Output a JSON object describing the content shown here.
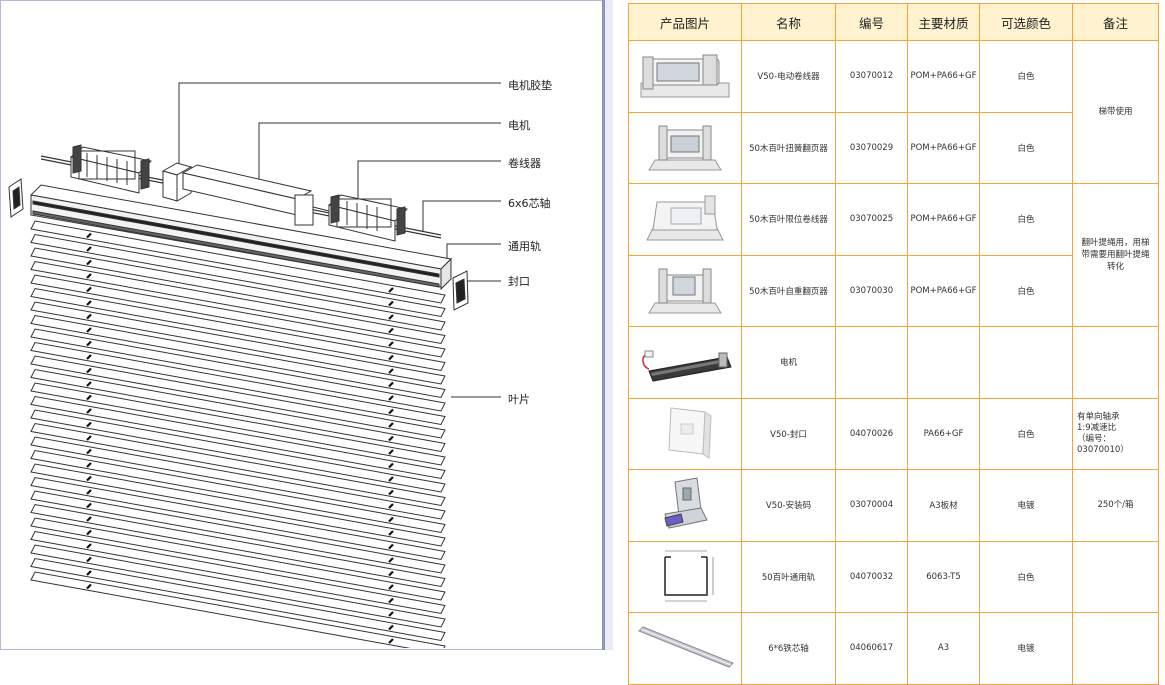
{
  "diagram": {
    "labels": [
      {
        "key": "motor_pad",
        "text": "电机胶垫"
      },
      {
        "key": "motor",
        "text": "电机"
      },
      {
        "key": "winder",
        "text": "卷线器"
      },
      {
        "key": "shaft",
        "text": "6x6芯轴"
      },
      {
        "key": "rail",
        "text": "通用轨"
      },
      {
        "key": "end_cap",
        "text": "封口"
      },
      {
        "key": "slats",
        "text": "叶片"
      }
    ]
  },
  "table": {
    "headers": [
      "产品图片",
      "名称",
      "编号",
      "主要材质",
      "可选颜色",
      "备注"
    ],
    "rows": [
      {
        "image": "motor-winder-image",
        "name": "V50-电动卷线器",
        "code": "03070012",
        "material": "POM+PA66+GF",
        "color": "白色"
      },
      {
        "image": "torsion-flipper-image",
        "name": "50木百叶扭簧翻页器",
        "code": "03070029",
        "material": "POM+PA66+GF",
        "color": "白色"
      },
      {
        "image": "limit-winder-image",
        "name": "50木百叶限位卷线器",
        "code": "03070025",
        "material": "POM+PA66+GF",
        "color": "白色"
      },
      {
        "image": "gravity-flipper-image",
        "name": "50木百叶自重翻页器",
        "code": "03070030",
        "material": "POM+PA66+GF",
        "color": "白色"
      },
      {
        "image": "tube-motor-image",
        "name": "电机",
        "code": "",
        "material": "",
        "color": ""
      },
      {
        "image": "end-cap-image",
        "name": "V50-封口",
        "code": "04070026",
        "material": "PA66+GF",
        "color": "白色"
      },
      {
        "image": "mounting-bracket-image",
        "name": "V50-安装码",
        "code": "03070004",
        "material": "A3板材",
        "color": "电镀"
      },
      {
        "image": "rail-profile-image",
        "name": "50百叶通用轨",
        "code": "04070032",
        "material": "6063-T5",
        "color": "白色"
      },
      {
        "image": "steel-shaft-image",
        "name": "6*6铁芯轴",
        "code": "04060617",
        "material": "A3",
        "color": "电镀"
      }
    ],
    "notes": {
      "n1": "梯带使用",
      "n2": "翻叶提绳用，用梯带需要用翻叶提绳转化",
      "n6": [
        "有单向轴承",
        "1:9减速比",
        "（编号：03070010）"
      ],
      "n7": "250个/箱"
    }
  },
  "colors": {
    "border": "#f0a53a",
    "header_bg": "#fff3cf",
    "divider": "#8e96b8"
  }
}
